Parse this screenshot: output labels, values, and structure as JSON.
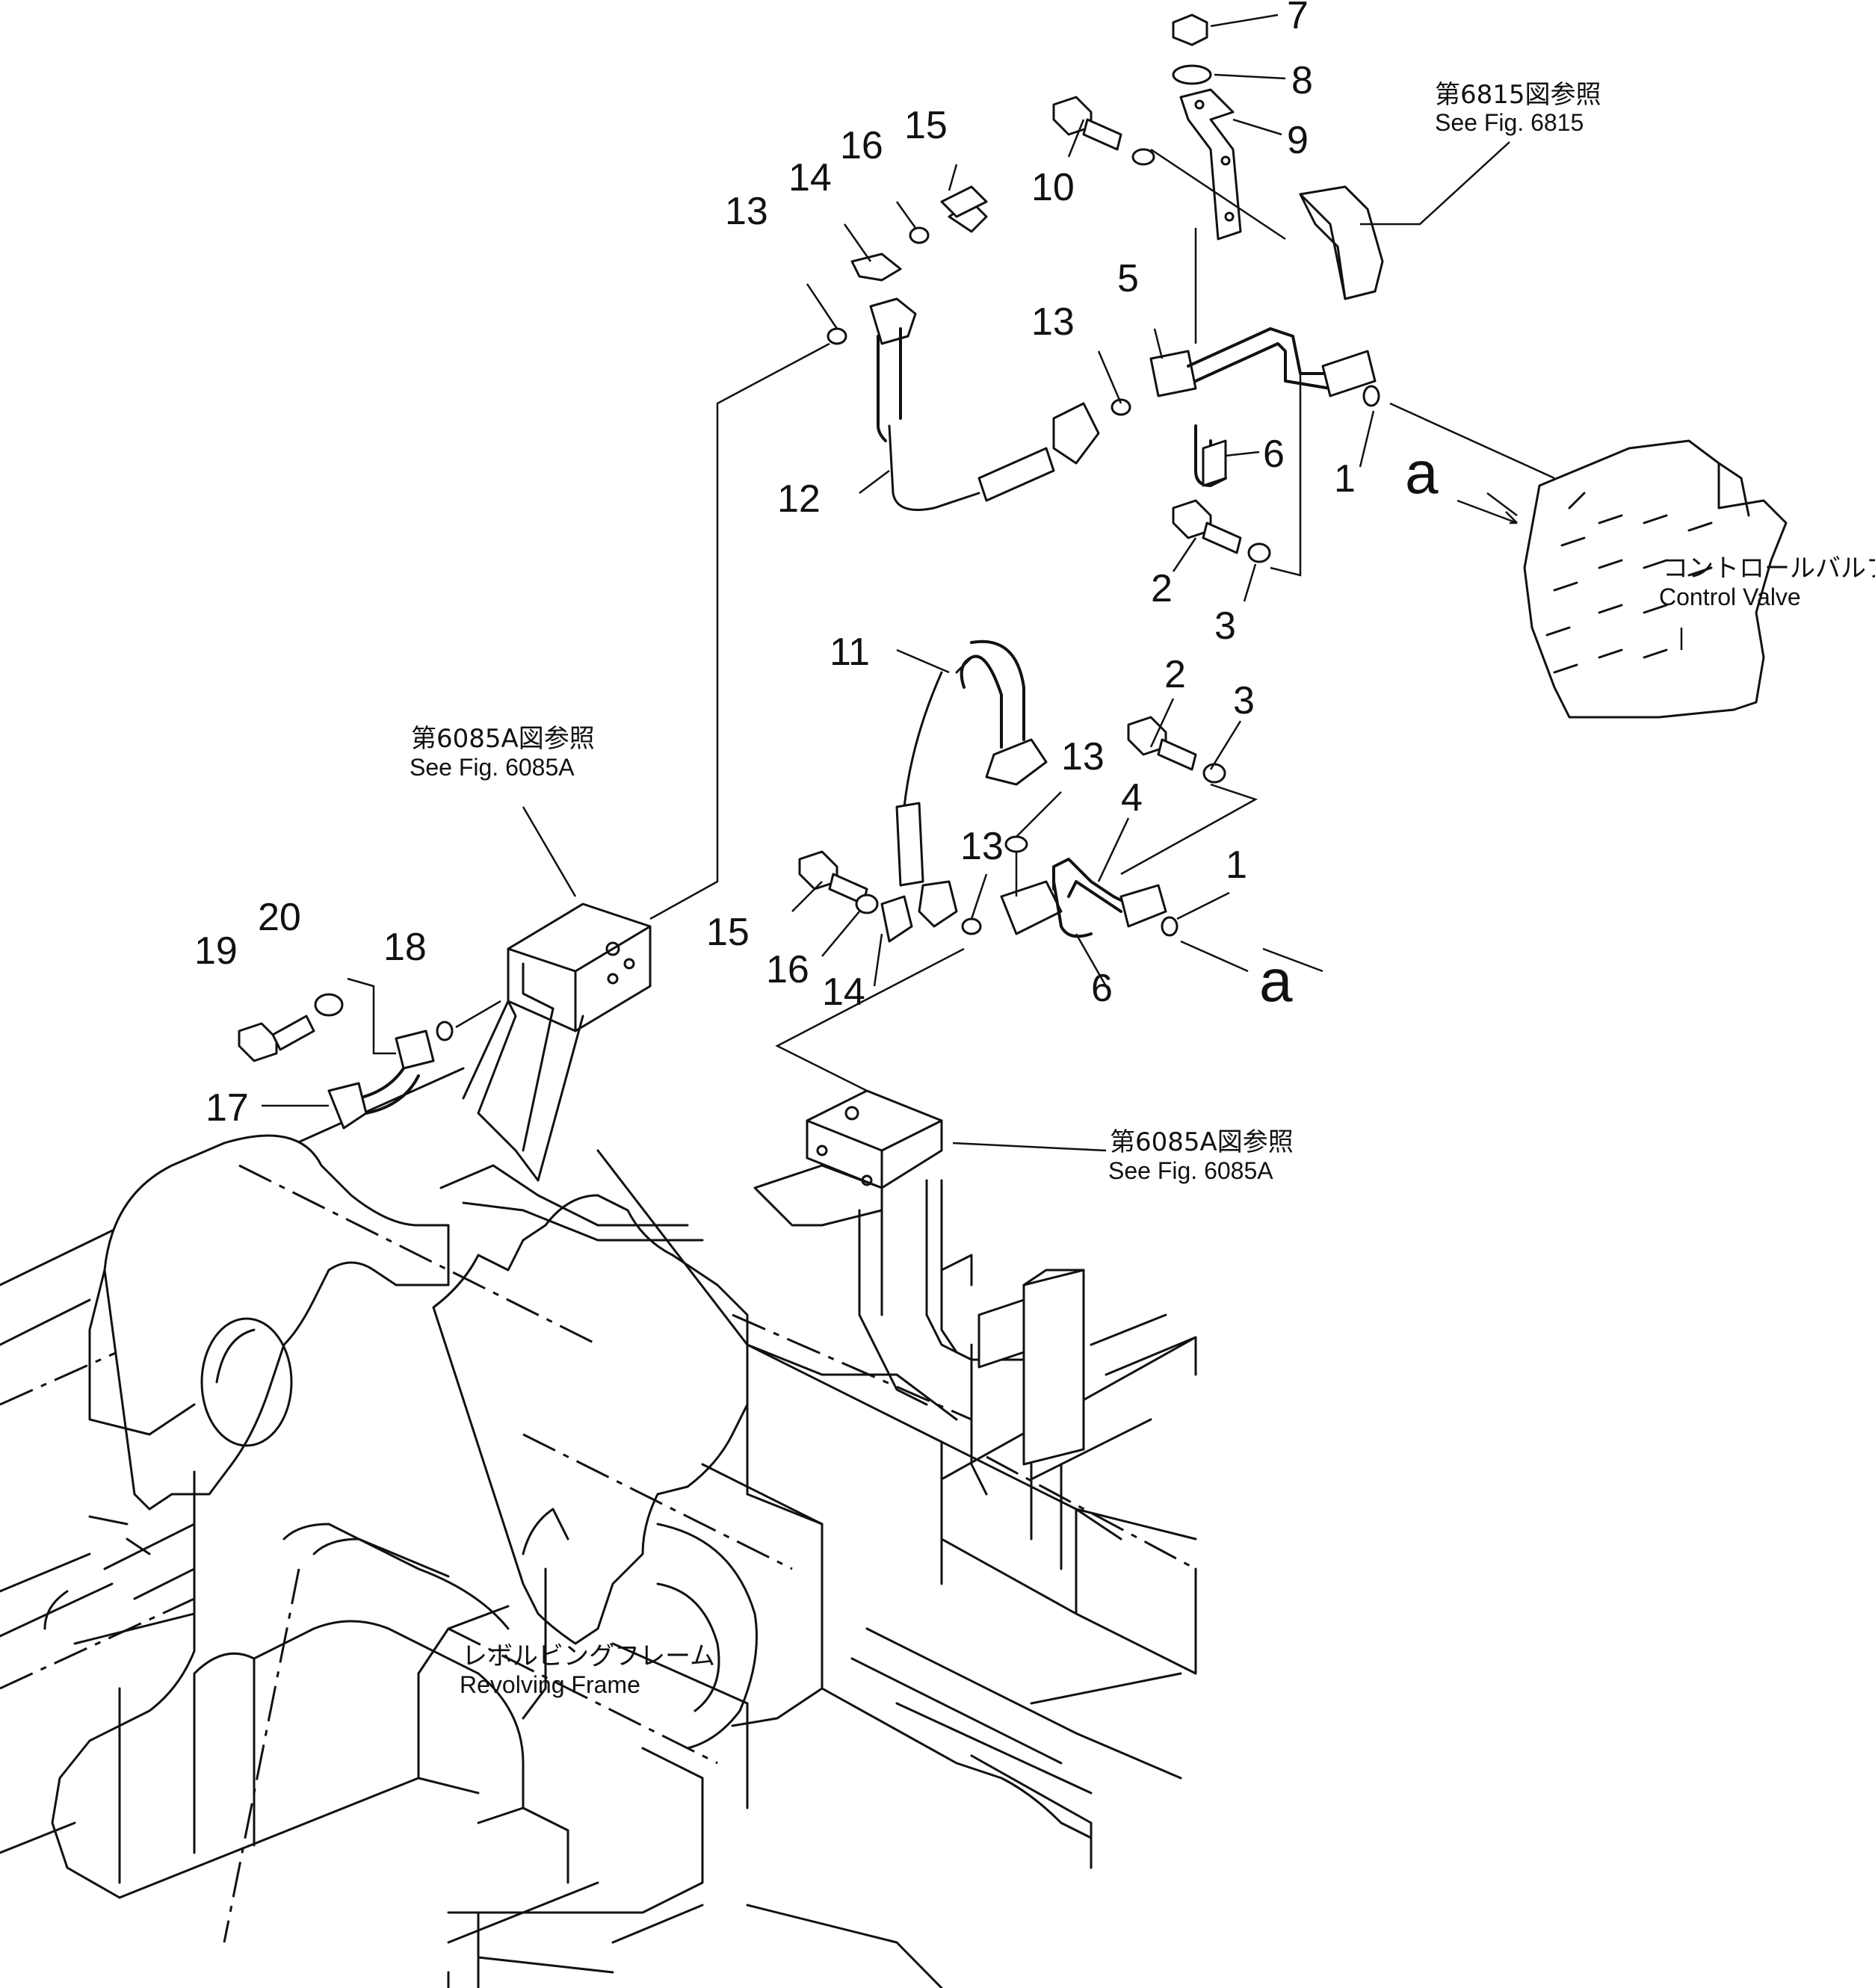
{
  "part_numbers": [
    "1",
    "1",
    "2",
    "2",
    "3",
    "3",
    "4",
    "5",
    "6",
    "6",
    "7",
    "8",
    "9",
    "10",
    "11",
    "12",
    "13",
    "13",
    "13",
    "13",
    "14",
    "14",
    "15",
    "15",
    "16",
    "16",
    "17",
    "18",
    "19",
    "20"
  ],
  "references": {
    "fig6815_jp": "第6815図参照",
    "fig6815_en": "See Fig. 6815",
    "fig6085a_upper_jp": "第6085A図参照",
    "fig6085a_upper_en": "See Fig. 6085A",
    "fig6085a_lower_jp": "第6085A図参照",
    "fig6085a_lower_en": "See Fig. 6085A"
  },
  "components": {
    "control_valve_jp": "コントロールバルブ",
    "control_valve_en": "Control Valve",
    "revolving_frame_jp": "レボルビングフレーム",
    "revolving_frame_en": "Revolving Frame"
  },
  "connection_marks": {
    "upper": "a",
    "lower": "a"
  }
}
